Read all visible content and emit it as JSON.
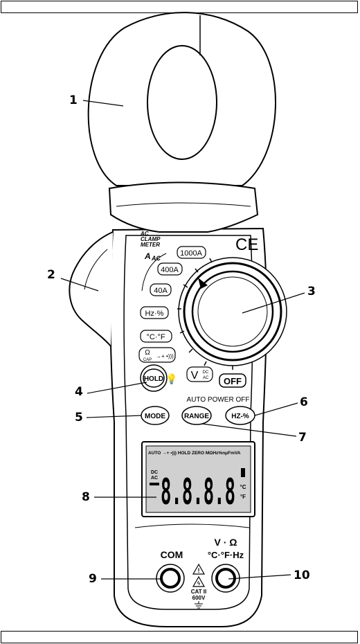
{
  "callouts": [
    "1",
    "2",
    "3",
    "4",
    "5",
    "6",
    "7",
    "8",
    "9",
    "10"
  ],
  "dial": {
    "title_lines": [
      "AC",
      "CLAMP",
      "METER"
    ],
    "aac": "A",
    "aac_sub": "AC",
    "ranges": [
      "1000A",
      "400A",
      "40A",
      "Hz·%",
      "°C·°F"
    ],
    "ohm": "Ω",
    "cap": "CAP",
    "diode": "→+ •)))",
    "v_label": "V",
    "v_dc": "DC",
    "v_ac": "AC",
    "off": "OFF",
    "ce": "CE"
  },
  "buttons": {
    "hold": "HOLD",
    "mode": "MODE",
    "range": "RANGE",
    "hz": "HZ-%",
    "auto_power_off": "AUTO POWER OFF"
  },
  "lcd": {
    "annunciators": "AUTO  →+ •))) HOLD ZERO MΩHz%nμFmVA",
    "dc": "DC",
    "ac": "AC",
    "digits": "8.8.8.8",
    "degc": "°C",
    "degf": "°F"
  },
  "jacks": {
    "com": "COM",
    "v_ohm": "V · Ω",
    "cfhz": "°C·°F·Hz",
    "cat": "CAT II",
    "volt": "600V"
  }
}
